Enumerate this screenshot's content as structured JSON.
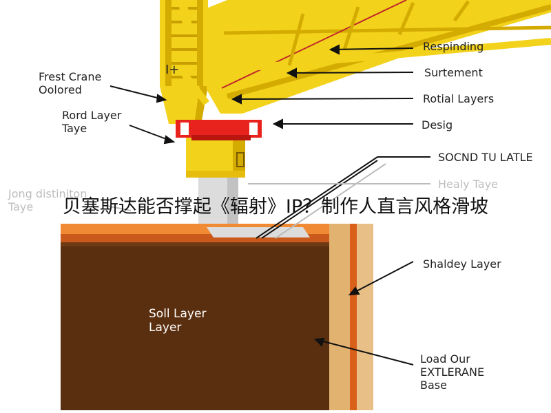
{
  "caption": "贝塞斯达能否撑起《辐射》IP？制作人直言风格滑坡",
  "labels": {
    "frest_crane": [
      "Frest Crane",
      "Oolored"
    ],
    "rord_layer": [
      "Rord Layer",
      "Taye"
    ],
    "jong": [
      "Jong distiniton",
      "Taye"
    ],
    "respinding": "Respinding",
    "surtement": "Surtement",
    "rotial_layers": "Rotial Layers",
    "desig": "Desig",
    "socnd": "SOCND TU LATLE",
    "healy": "Healy Taye",
    "shaldey": "Shaldey Layer",
    "soil": [
      "Soll Layer",
      "Layer"
    ],
    "load": [
      "Load Our",
      "EXTLERANE",
      "Base"
    ],
    "mark": "I+"
  },
  "colors": {
    "crane_yellow": "#f2d21b",
    "crane_shadow": "#d4ab00",
    "collar_red": "#e8231e",
    "soil_brown": "#5a2f10",
    "soil_top": "#f08a35",
    "side_tan": "#e2b270",
    "side_orange": "#d8601a",
    "concrete": "#d8d8d8"
  }
}
